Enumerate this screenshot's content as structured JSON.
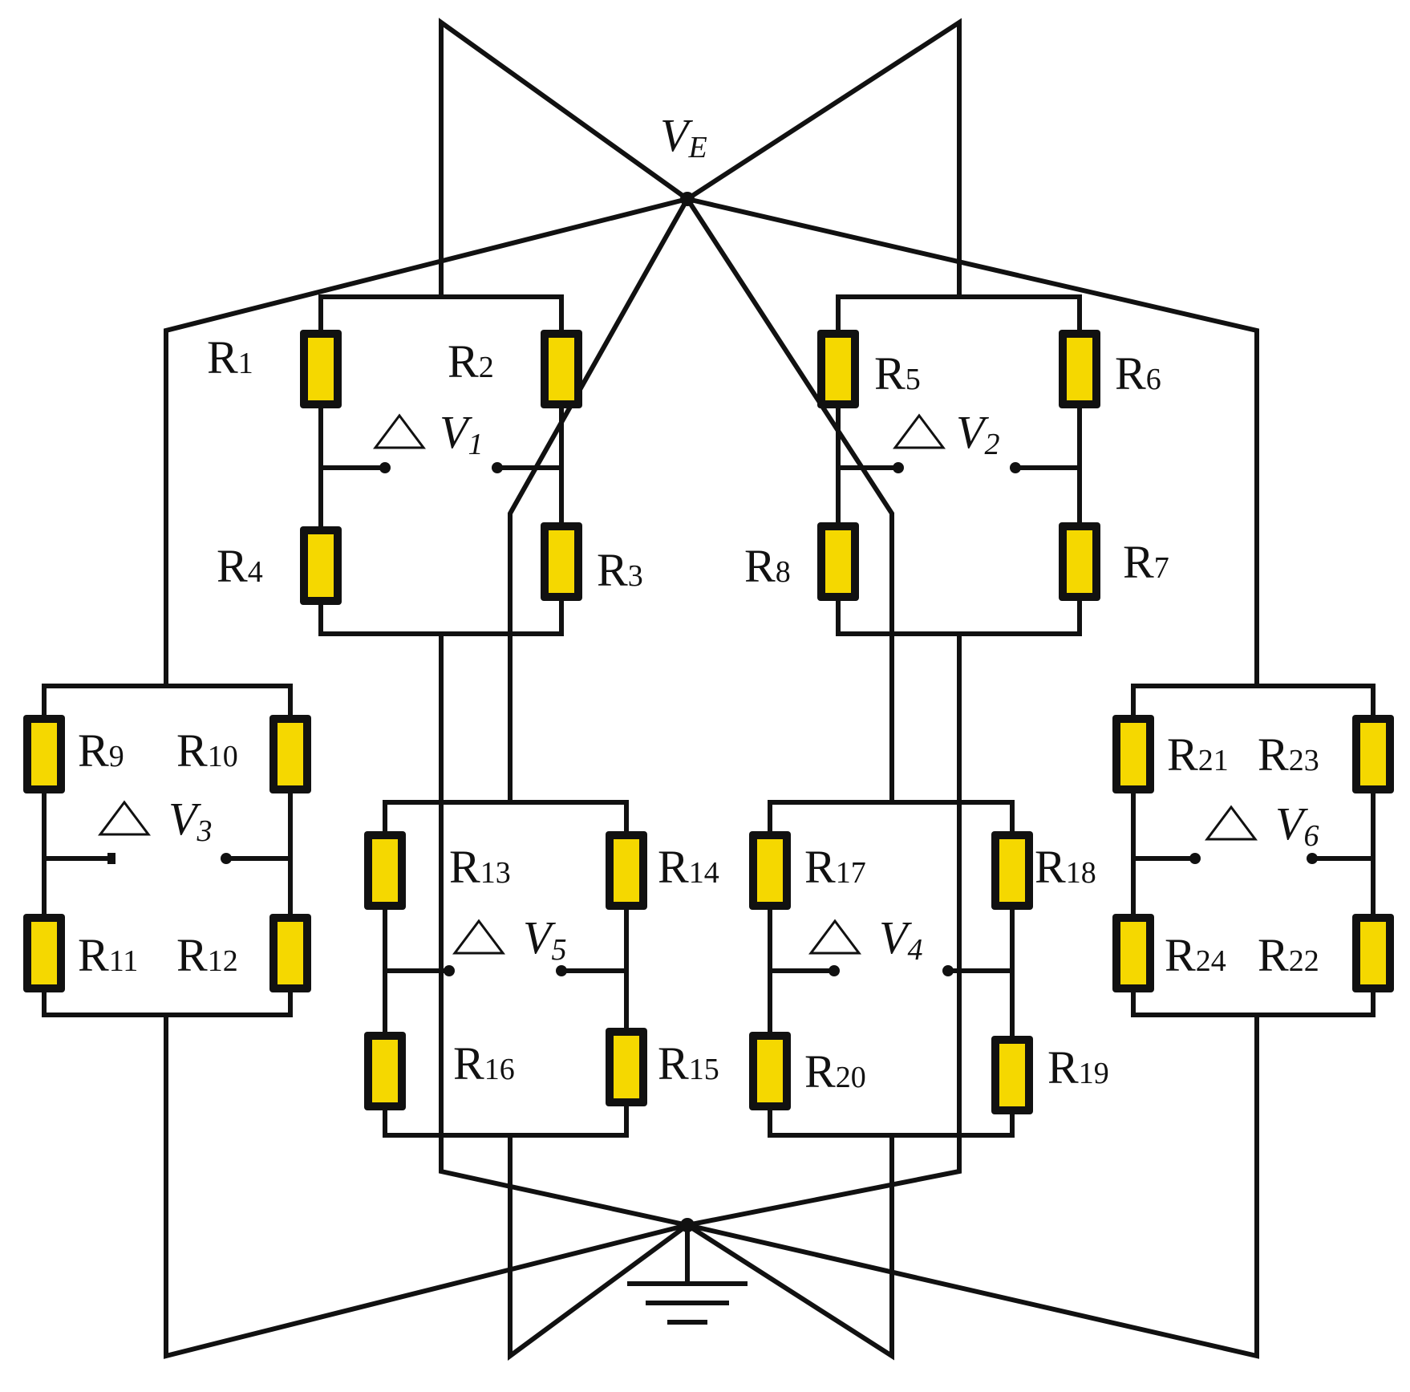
{
  "supply_label": {
    "main": "V",
    "sub": "E"
  },
  "resistors": {
    "R1": {
      "main": "R",
      "sub": "1"
    },
    "R2": {
      "main": "R",
      "sub": "2"
    },
    "R3": {
      "main": "R",
      "sub": "3"
    },
    "R4": {
      "main": "R",
      "sub": "4"
    },
    "R5": {
      "main": "R",
      "sub": "5"
    },
    "R6": {
      "main": "R",
      "sub": "6"
    },
    "R7": {
      "main": "R",
      "sub": "7"
    },
    "R8": {
      "main": "R",
      "sub": "8"
    },
    "R9": {
      "main": "R",
      "sub": "9"
    },
    "R10": {
      "main": "R",
      "sub": "10"
    },
    "R11": {
      "main": "R",
      "sub": "11"
    },
    "R12": {
      "main": "R",
      "sub": "12"
    },
    "R13": {
      "main": "R",
      "sub": "13"
    },
    "R14": {
      "main": "R",
      "sub": "14"
    },
    "R15": {
      "main": "R",
      "sub": "15"
    },
    "R16": {
      "main": "R",
      "sub": "16"
    },
    "R17": {
      "main": "R",
      "sub": "17"
    },
    "R18": {
      "main": "R",
      "sub": "18"
    },
    "R19": {
      "main": "R",
      "sub": "19"
    },
    "R20": {
      "main": "R",
      "sub": "20"
    },
    "R21": {
      "main": "R",
      "sub": "21"
    },
    "R22": {
      "main": "R",
      "sub": "22"
    },
    "R23": {
      "main": "R",
      "sub": "23"
    },
    "R24": {
      "main": "R",
      "sub": "24"
    }
  },
  "voltages": {
    "V1": {
      "main": "V",
      "sub": "1"
    },
    "V2": {
      "main": "V",
      "sub": "2"
    },
    "V3": {
      "main": "V",
      "sub": "3"
    },
    "V4": {
      "main": "V",
      "sub": "4"
    },
    "V5": {
      "main": "V",
      "sub": "5"
    },
    "V6": {
      "main": "V",
      "sub": "6"
    }
  },
  "colors": {
    "resistor_fill": "#f5d800",
    "wire": "#111111",
    "background": "#ffffff"
  }
}
